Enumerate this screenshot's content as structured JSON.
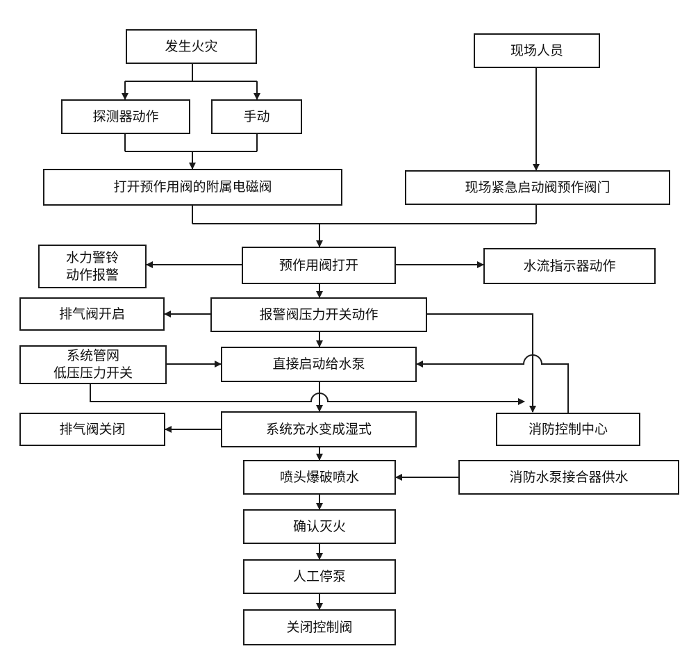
{
  "boxes": {
    "fire": "发生火灾",
    "onsite": "现场人员",
    "detector": "探测器动作",
    "manual": "手动",
    "open_solenoid": "打开预作用阀的附属电磁阀",
    "onsite_emergency": "现场紧急启动阀预作阀门",
    "water_bell": "水力警铃\n动作报警",
    "preaction_open": "预作用阀打开",
    "flow_indicator": "水流指示器动作",
    "exhaust_open": "排气阀开启",
    "alarm_pressure": "报警阀压力开关动作",
    "low_pressure": "系统管网\n低压压力开关",
    "direct_pump": "直接启动给水泵",
    "exhaust_close": "排气阀关闭",
    "wet_system": "系统充水变成湿式",
    "control_center": "消防控制中心",
    "sprinkler": "喷头爆破喷水",
    "connector_supply": "消防水泵接合器供水",
    "confirm": "确认灭火",
    "stop_pump": "人工停泵",
    "close_valve": "关闭控制阀"
  }
}
